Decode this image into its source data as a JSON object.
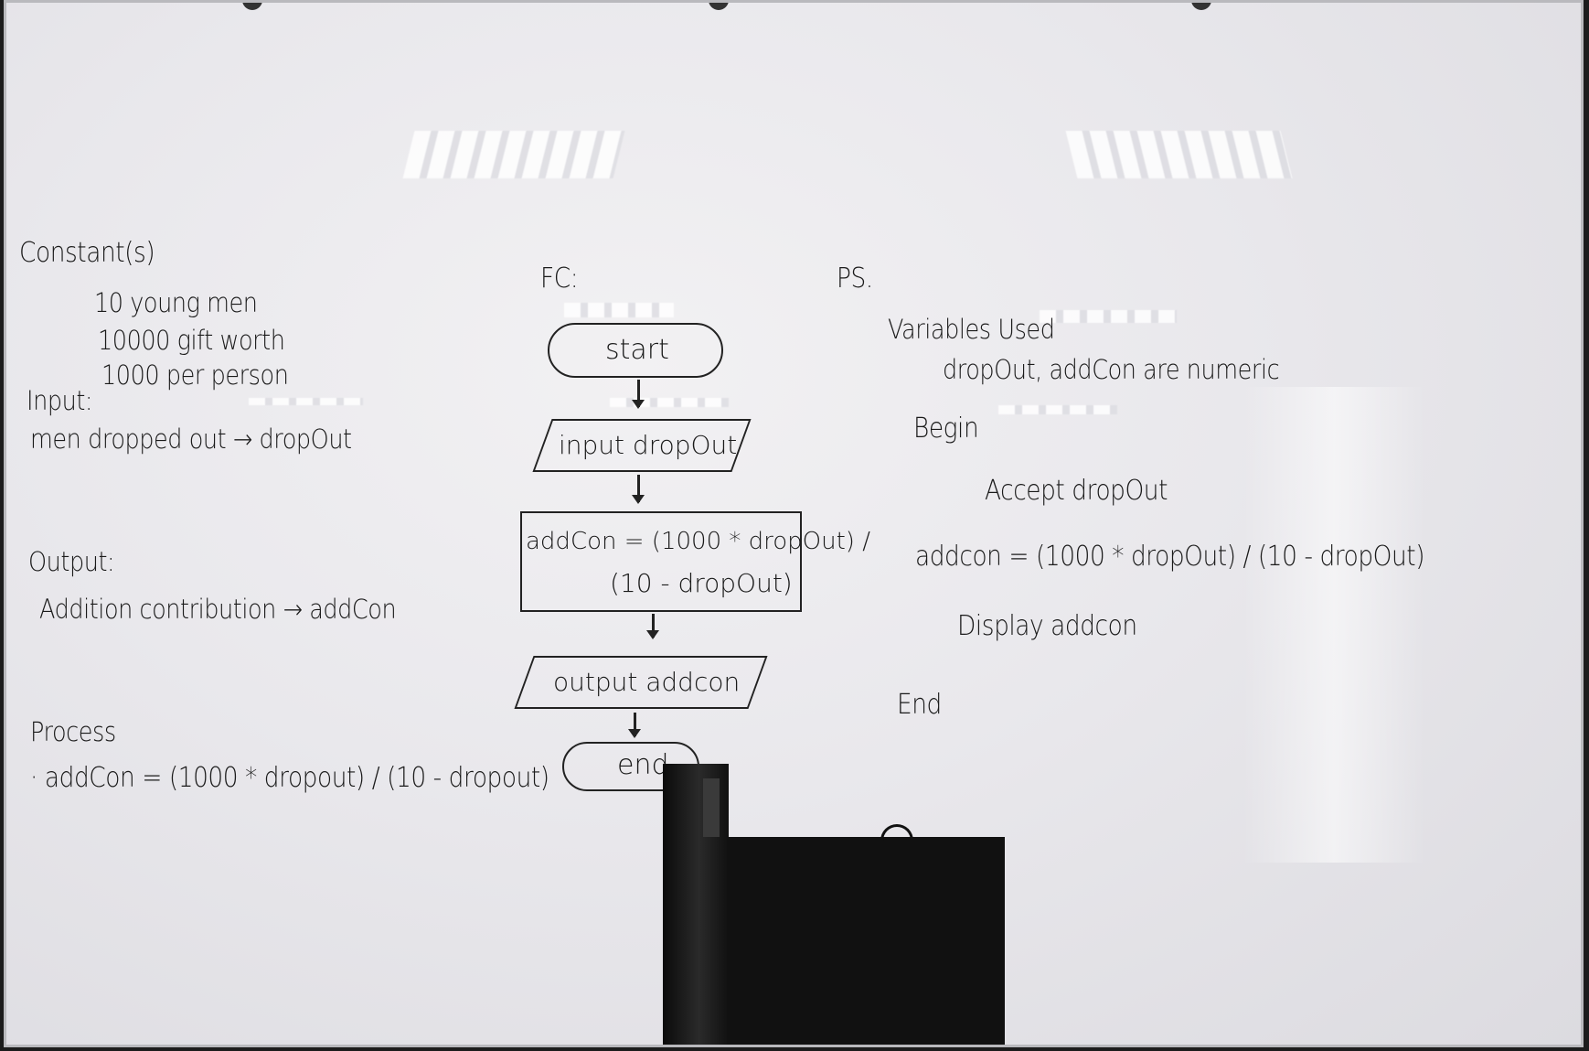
{
  "left": {
    "constants_heading": "Constant(s)",
    "constants": [
      "10 young men",
      "10000 gift worth",
      "1000 per person"
    ],
    "input_heading": "Input:",
    "input_line": "men dropped out → dropOut",
    "output_heading": "Output:",
    "output_line": "Addition contribution → addCon",
    "process_heading": "Process",
    "process_line": "· addCon = (1000 * dropout) / (10 - dropout)"
  },
  "flowchart": {
    "label": "FC:",
    "start": "start",
    "input": "input dropOut",
    "process_line1": "addCon = (1000 * dropOut) /",
    "process_line2": "(10 - dropOut)",
    "output": "output addcon",
    "end": "end"
  },
  "pseudocode": {
    "label": "PS.",
    "vars_heading": "Variables Used",
    "vars_line": "dropOut, addCon are numeric",
    "begin": "Begin",
    "accept": "Accept dropOut",
    "calc": "addcon = (1000 * dropOut) / (10 - dropOut)",
    "display": "Display addcon",
    "end": "End"
  }
}
